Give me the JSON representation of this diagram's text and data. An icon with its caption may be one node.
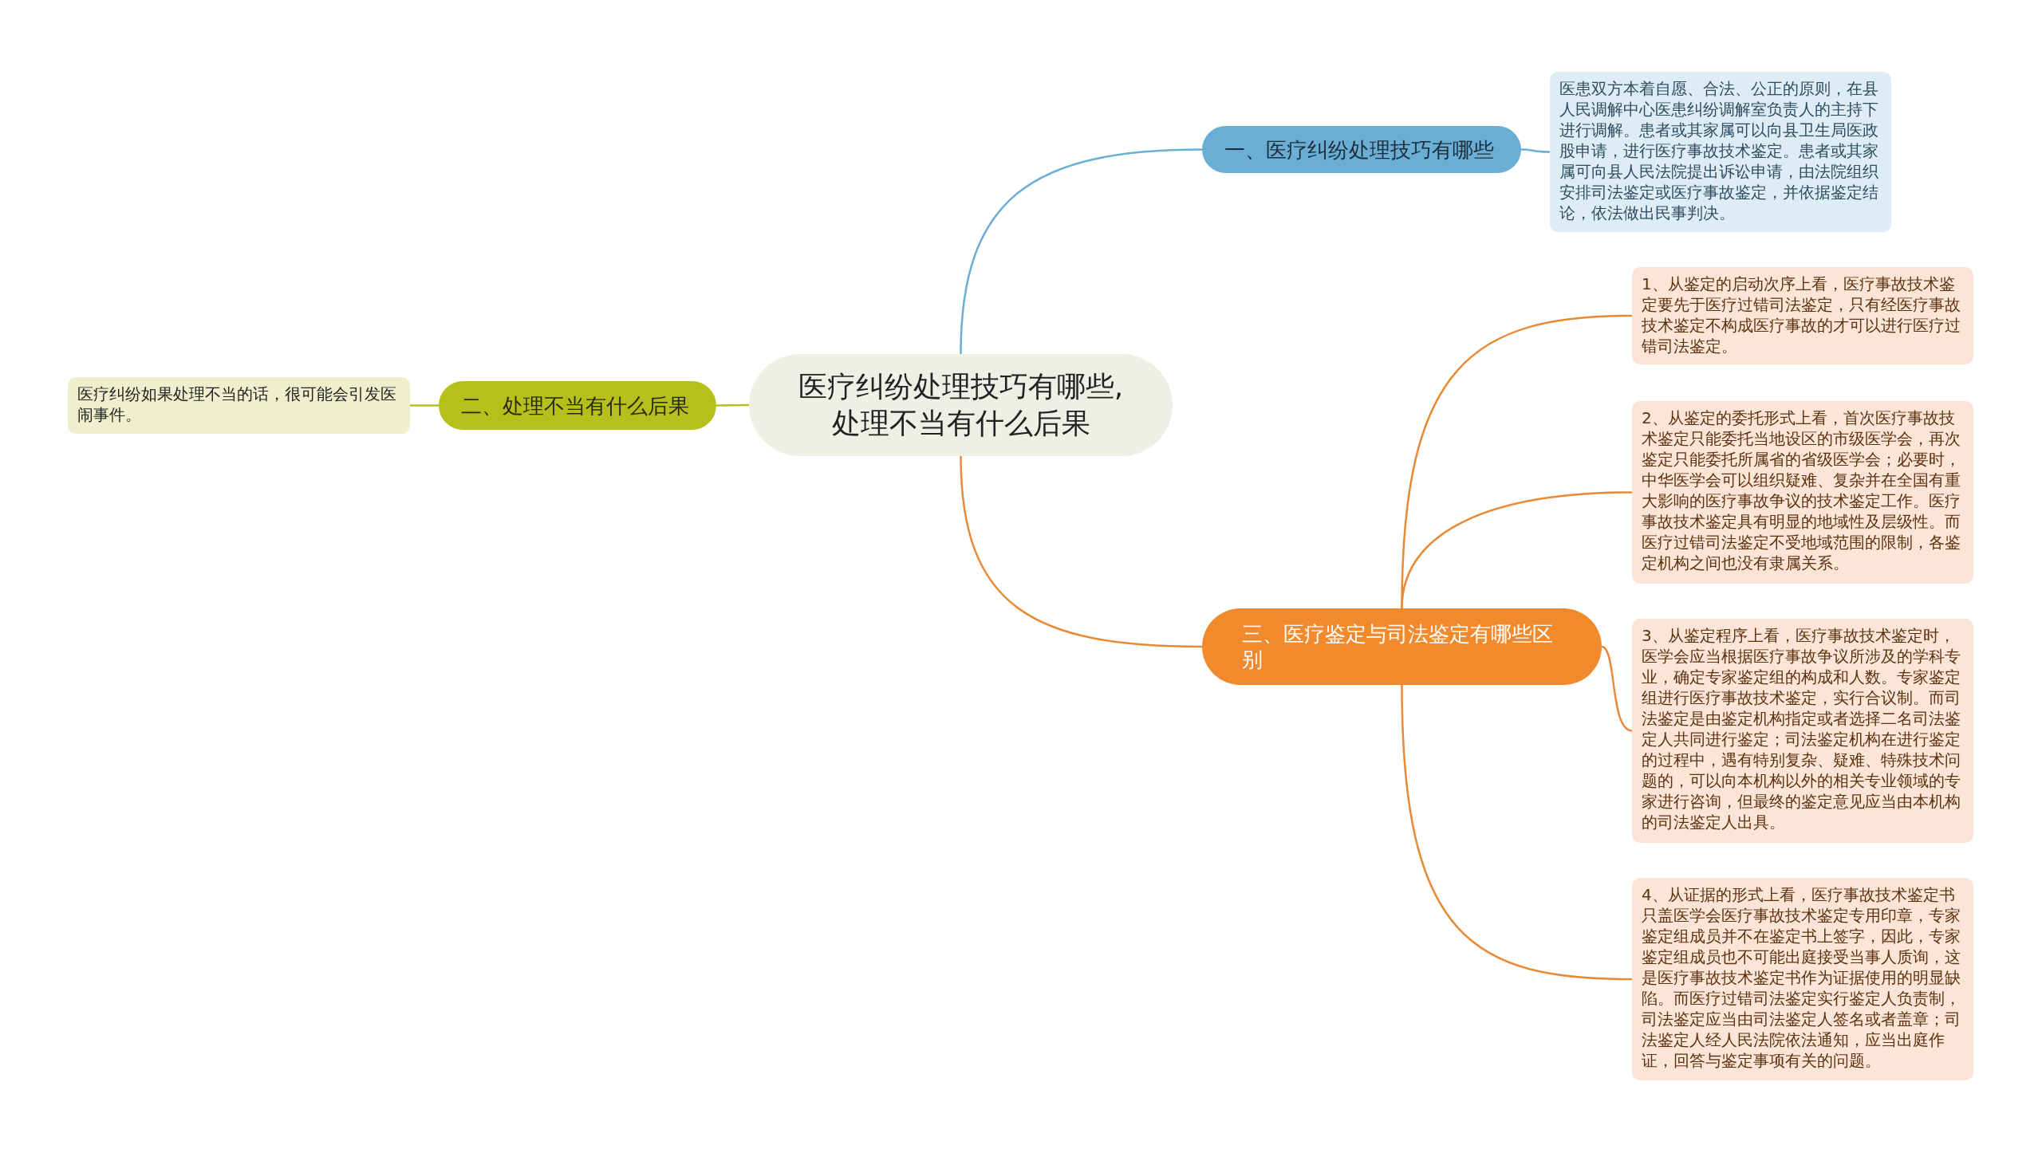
{
  "diagram": {
    "nodes": [
      {
        "text": [
          "医疗纠纷处理技巧有哪些,处理不当有什么后果"
        ]
      },
      {
        "text": [
          "一、医疗纠纷处理技巧有哪些"
        ]
      },
      {
        "text": [
          "医患双方本着自愿、合法、公正的原则，在县人民调解中心医患纠纷调解室负责人的主持下进行调解。患者或其家属可以向县卫生局医政股申请，进行医疗事故技术鉴定。患者或其家属可向县人民法院提出诉讼申请，由法院组织安排司法鉴定或医疗事故鉴定，并依据鉴定结论，依法做出民事判决。"
        ]
      },
      {
        "text": [
          "二、处理不当有什么后果"
        ]
      },
      {
        "text": [
          "医疗纠纷如果处理不当的话，很可能会引发医闹事件。"
        ]
      },
      {
        "text": [
          "三、医疗鉴定与司法鉴定有哪些区别"
        ]
      },
      {
        "text": [
          "1、从鉴定的启动次序上看，医疗事故技术鉴定要先于医疗过错司法鉴定，只有经医疗事故技术鉴定不构成医疗事故的才可以进行医疗过错司法鉴定。"
        ]
      },
      {
        "text": [
          "2、从鉴定的委托形式上看，首次医疗事故技术鉴定只能委托当地设区的市级医学会，再次鉴定只能委托所属省的省级医学会；必要时，中华医学会可以组织疑难、复杂并在全国有重大影响的医疗事故争议的技术鉴定工作。医疗事故技术鉴定具有明显的地域性及层级性。而医疗过错司法鉴定不受地域范围的限制，各鉴定机构之间也没有隶属关系。"
        ]
      },
      {
        "text": [
          "3、从鉴定程序上看，医疗事故技术鉴定时，医学会应当根据医疗事故争议所涉及的学科专业，确定专家鉴定组的构成和人数。专家鉴定组进行医疗事故技术鉴定，实行合议制。而司法鉴定是由鉴定机构指定或者选择二名司法鉴定人共同进行鉴定；司法鉴定机构在进行鉴定的过程中，遇有特别复杂、疑难、特殊技术问题的，可以向本机构以外的相关专业领域的专家进行咨询，但最终的鉴定意见应当由本机构的司法鉴定人出具。"
        ]
      },
      {
        "text": [
          "4、从证据的形式上看，医疗事故技术鉴定书只盖医学会医疗事故技术鉴定专用印章，专家鉴定组成员并不在鉴定书上签字，因此，专家鉴定组成员也不可能出庭接受当事人质询，这是医疗事故技术鉴定书作为证据使用的明显缺陷。而医疗过错司法鉴定实行鉴定人负责制，司法鉴定应当由司法鉴定人签名或者盖章；司法鉴定人经人民法院依法通知，应当出庭作证，回答与鉴定事项有关的问题。"
        ]
      }
    ],
    "edges": [
      {
        "from": 0,
        "to": 1,
        "arrow": "none",
        "color": "#6aaed6"
      },
      {
        "from": 1,
        "to": 2,
        "arrow": "none",
        "color": "#6aaed6"
      },
      {
        "from": 0,
        "to": 3,
        "arrow": "none",
        "color": "#b5c11a"
      },
      {
        "from": 3,
        "to": 4,
        "arrow": "none",
        "color": "#b5c11a"
      },
      {
        "from": 0,
        "to": 5,
        "arrow": "none",
        "color": "#e88a35"
      },
      {
        "from": 5,
        "to": 6,
        "arrow": "none",
        "color": "#e88a35"
      },
      {
        "from": 5,
        "to": 7,
        "arrow": "none",
        "color": "#e88a35"
      },
      {
        "from": 5,
        "to": 8,
        "arrow": "none",
        "color": "#e88a35"
      },
      {
        "from": 5,
        "to": 9,
        "arrow": "none",
        "color": "#e88a35"
      }
    ]
  }
}
